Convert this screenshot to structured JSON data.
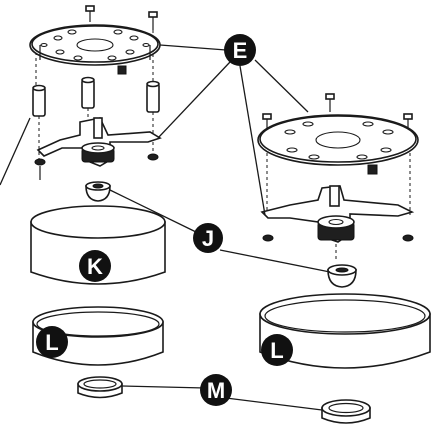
{
  "callouts": {
    "e": {
      "label": "E"
    },
    "j": {
      "label": "J"
    },
    "k": {
      "label": "K"
    },
    "l_left": {
      "label": "L"
    },
    "l_right": {
      "label": "L"
    },
    "m": {
      "label": "M"
    }
  },
  "colors": {
    "line": "#1a1a1a",
    "callout_fill": "#111111",
    "callout_text": "#ffffff",
    "background": "#ffffff"
  }
}
